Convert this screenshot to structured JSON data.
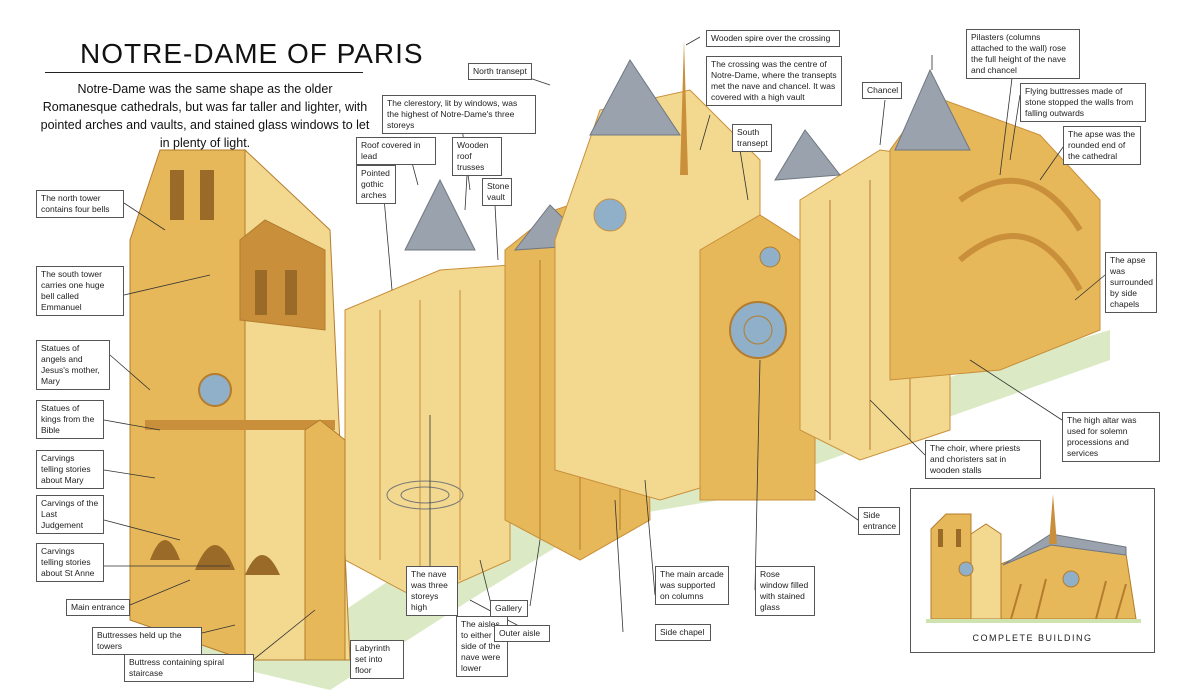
{
  "title": "NOTRE-DAME OF PARIS",
  "intro": "Notre-Dame was the same shape as the older Romanesque cathedrals, but was far taller and lighter, with pointed arches and vaults, and stained glass windows to let in plenty of light.",
  "labels": {
    "north_tower": "The north tower contains four bells",
    "south_tower": "The south tower carries one huge bell called Emmanuel",
    "statues_angels": "Statues of angels and Jesus's mother, Mary",
    "statues_kings": "Statues of kings from the Bible",
    "carvings_mary": "Carvings telling stories about Mary",
    "carvings_judgement": "Carvings of the Last Judgement",
    "carvings_anne": "Carvings telling stories about St Anne",
    "main_entrance": "Main entrance",
    "buttresses_towers": "Buttresses held up the towers",
    "buttress_staircase": "Buttress containing spiral staircase",
    "labyrinth": "Labyrinth set into floor",
    "roof_lead": "Roof covered in lead",
    "pointed_arches": "Pointed gothic arches",
    "wooden_trusses": "Wooden roof trusses",
    "stone_vault": "Stone vault",
    "clerestory": "The clerestory, lit by windows, was the highest of Notre-Dame's three storeys",
    "north_transept": "North transept",
    "nave_storeys": "The nave was three storeys high",
    "gallery": "Gallery",
    "aisles": "The aisles to either side of the nave were lower",
    "outer_aisle": "Outer aisle",
    "main_arcade": "The main arcade was supported on columns",
    "side_chapel": "Side chapel",
    "rose_window": "Rose window filled with stained glass",
    "wooden_spire": "Wooden spire over the crossing",
    "crossing": "The crossing was the centre of Notre-Dame, where the transepts met the nave and chancel. It was covered with a high vault",
    "south_transept": "South transept",
    "chancel": "Chancel",
    "pilasters": "Pilasters (columns attached to the wall) rose the full height of the nave and chancel",
    "flying_buttresses": "Flying buttresses made of stone stopped the walls from falling outwards",
    "apse_end": "The apse was the rounded end of the cathedral",
    "apse_chapels": "The apse was surrounded by side chapels",
    "high_altar": "The high altar was used for solemn processions and services",
    "choir": "The choir, where priests and choristers sat in wooden stalls",
    "side_entrance": "Side entrance"
  },
  "inset_caption": "COMPLETE BUILDING",
  "colors": {
    "stone_light": "#f3d98f",
    "stone_mid": "#e6b85a",
    "stone_dark": "#c98f3a",
    "roof": "#9aa3ad",
    "lawn": "#cfe3b0",
    "glass": "#8fb0c8"
  }
}
